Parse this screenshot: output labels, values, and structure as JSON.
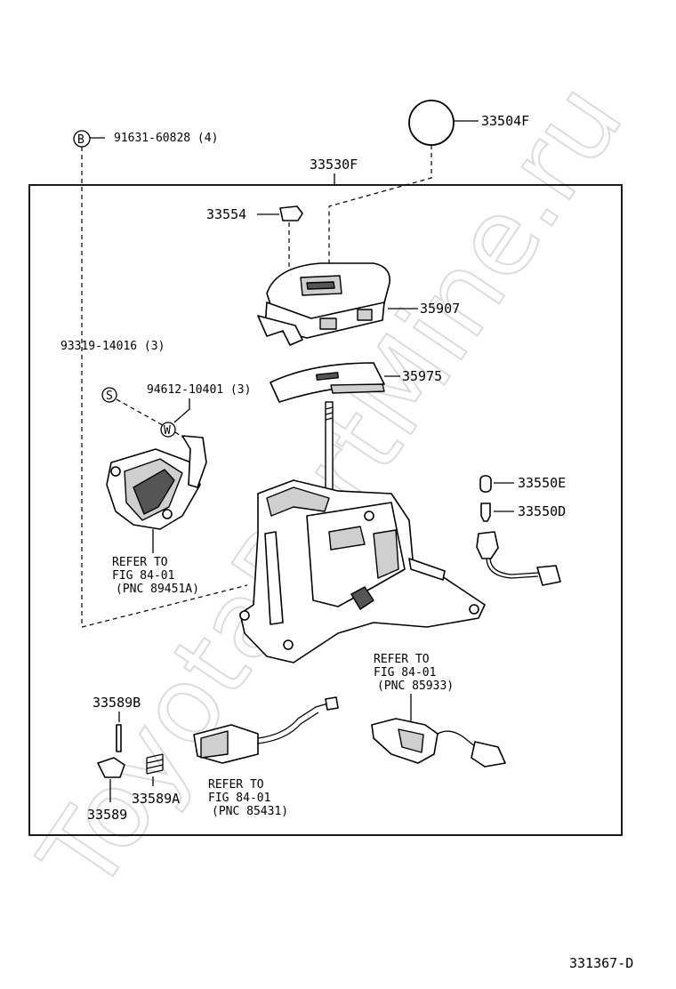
{
  "watermark": "ToyotaPartMine.ru",
  "diagram_code": "331367-D",
  "parts": {
    "shift_knob": "33504F",
    "assembly": "33530F",
    "button": "33554",
    "position_indicator_housing": "35907",
    "slide_cover": "35975",
    "bolt": "91631-60828 (4)",
    "bolt_badge": "B",
    "screw": "93319-14016 (3)",
    "screw_badge": "S",
    "washer": "94612-10401 (3)",
    "washer_badge": "W",
    "bulb_cap": "33550E",
    "bulb": "33550D",
    "pin": "33589B",
    "spring": "33589A",
    "lever": "33589"
  },
  "refs": {
    "left": {
      "line1": "REFER TO",
      "line2": "FIG 84-01",
      "line3": "(PNC 89451A)"
    },
    "solenoid": {
      "line1": "REFER TO",
      "line2": "FIG 84-01",
      "line3": "(PNC 85431)"
    },
    "switch": {
      "line1": "REFER TO",
      "line2": "FIG 84-01",
      "line3": "(PNC 85933)"
    }
  }
}
